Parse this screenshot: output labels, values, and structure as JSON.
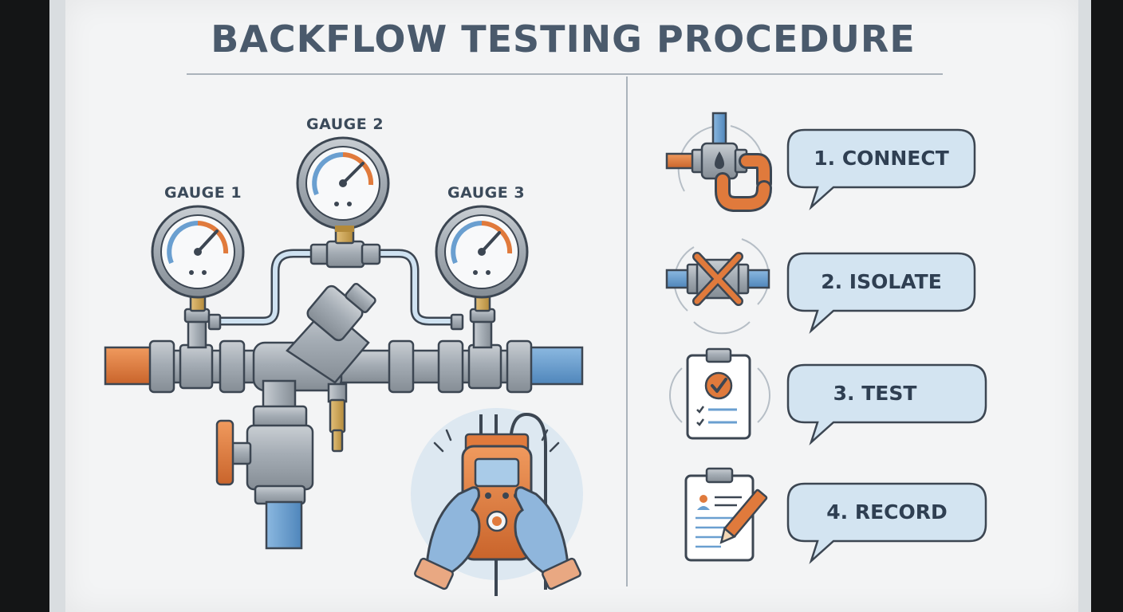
{
  "title": "BACKFLOW TESTING PROCEDURE",
  "gauges": [
    {
      "label": "GAUGE 1"
    },
    {
      "label": "GAUGE 2"
    },
    {
      "label": "GAUGE 3"
    }
  ],
  "steps": [
    {
      "label": "1. CONNECT",
      "icon": "pipe-tee-connect-icon"
    },
    {
      "label": "2. ISOLATE",
      "icon": "valve-closed-icon"
    },
    {
      "label": "3. TEST",
      "icon": "checklist-clipboard-icon"
    },
    {
      "label": "4. RECORD",
      "icon": "record-clipboard-icon"
    }
  ],
  "colors": {
    "orange": "#e07a3c",
    "blue": "#6a9fd0",
    "steel": "#9ea6ae",
    "outline": "#3c4652",
    "bubble": "#d3e4f1"
  }
}
